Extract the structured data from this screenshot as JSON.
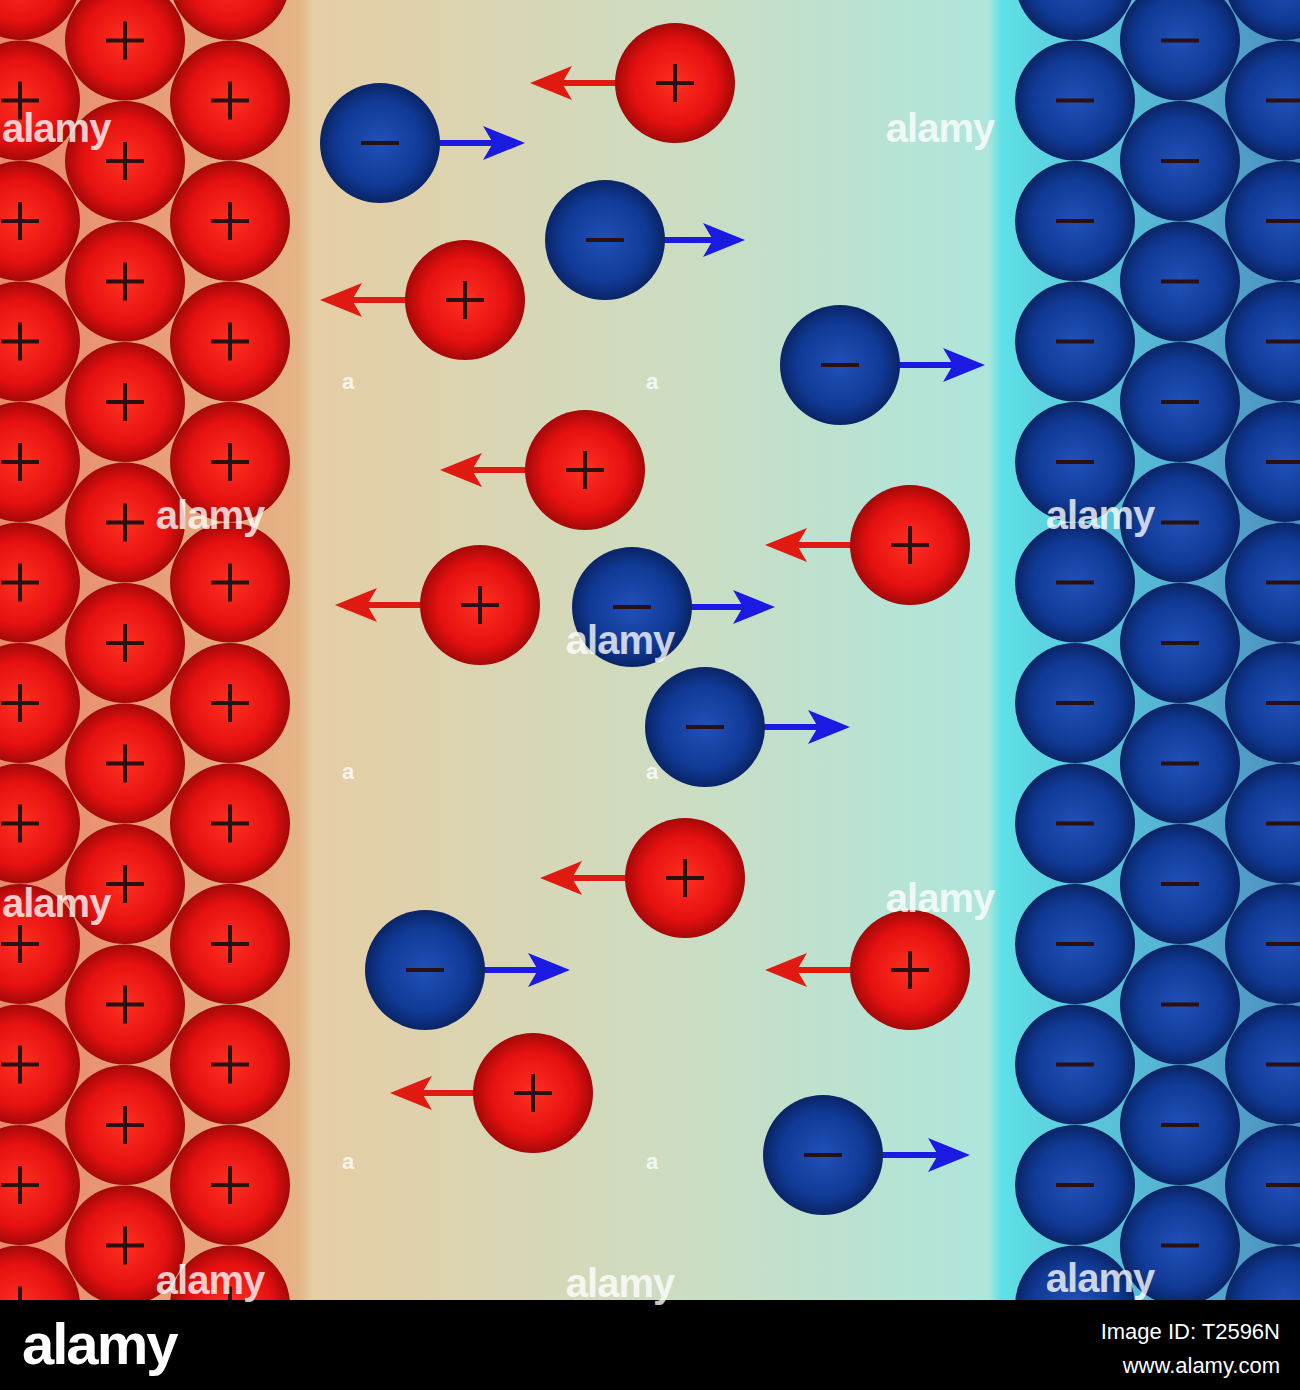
{
  "diagram": {
    "labels": [
      "alamy",
      "alamy",
      "alamy",
      "alamy",
      "alamy",
      "alamy",
      "alamy",
      "alamy",
      "alamy",
      "alamy",
      "a",
      "a",
      "a",
      "a",
      "a",
      "a",
      "alamy",
      "Image ID: T2596N",
      "www.alamy.com"
    ]
  }
}
